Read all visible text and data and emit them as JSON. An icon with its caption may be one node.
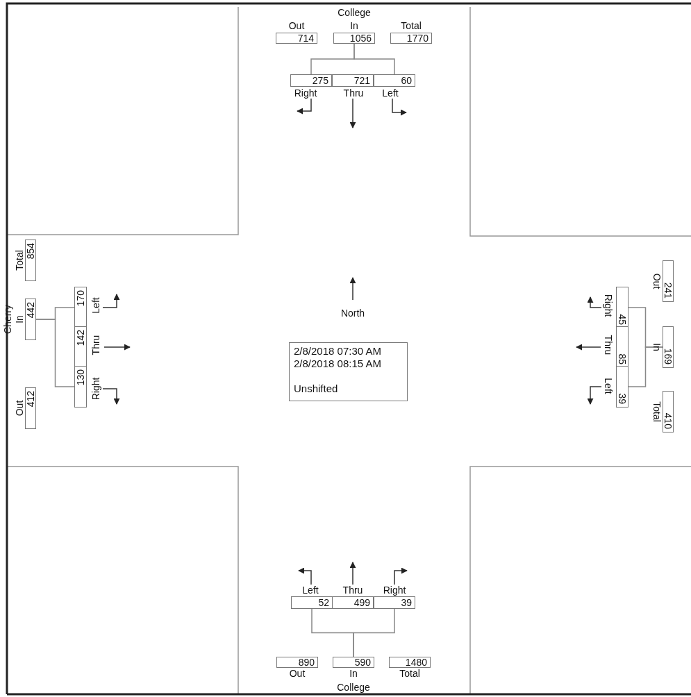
{
  "diagram": {
    "nodes": [
      {
        "text": [
          "714"
        ],
        "beside": [
          "Out"
        ]
      },
      {
        "text": [
          "1056"
        ],
        "beside": [
          "In"
        ]
      },
      {
        "text": [
          "1770"
        ],
        "beside": [
          "Total"
        ]
      },
      {
        "text": [
          "275"
        ],
        "beside": [
          "Right"
        ]
      },
      {
        "text": [
          "721"
        ],
        "beside": [
          "Thru"
        ]
      },
      {
        "text": [
          "60"
        ],
        "beside": [
          "Left"
        ]
      },
      {
        "text": [
          "854"
        ],
        "beside": [
          "Total"
        ]
      },
      {
        "text": [
          "442"
        ],
        "beside": [
          "In"
        ]
      },
      {
        "text": [
          "412"
        ],
        "beside": [
          "Out"
        ]
      },
      {
        "text": [
          "170"
        ],
        "beside": [
          "Left"
        ]
      },
      {
        "text": [
          "142"
        ],
        "beside": [
          "Thru"
        ]
      },
      {
        "text": [
          "130"
        ],
        "beside": [
          "Right"
        ]
      },
      {
        "text": [
          "2/8/2018 07:30 AM",
          "2/8/2018 08:15 AM",
          "Unshifted"
        ]
      },
      {
        "text": [
          "241"
        ],
        "beside": [
          "Out"
        ]
      },
      {
        "text": [
          "169"
        ],
        "beside": [
          "In"
        ]
      },
      {
        "text": [
          "410"
        ],
        "beside": [
          "Total"
        ]
      },
      {
        "text": [
          "45"
        ],
        "beside": [
          "Right"
        ]
      },
      {
        "text": [
          "85"
        ],
        "beside": [
          "Thru"
        ]
      },
      {
        "text": [
          "39"
        ],
        "beside": [
          "Left"
        ]
      },
      {
        "text": [
          "52"
        ],
        "beside": [
          "Left"
        ]
      },
      {
        "text": [
          "499"
        ],
        "beside": [
          "Thru"
        ]
      },
      {
        "text": [
          "39"
        ],
        "beside": [
          "Right"
        ]
      },
      {
        "text": [
          "890"
        ],
        "beside": [
          "Out"
        ]
      },
      {
        "text": [
          "590"
        ],
        "beside": [
          "In"
        ]
      },
      {
        "text": [
          "1480"
        ],
        "beside": [
          "Total"
        ]
      }
    ],
    "edges": [
      {
        "from": 1,
        "to": 3,
        "arrow": "none"
      },
      {
        "from": 1,
        "to": 5,
        "arrow": "none"
      },
      {
        "from": 7,
        "to": 9,
        "arrow": "none"
      },
      {
        "from": 7,
        "to": 11,
        "arrow": "none"
      },
      {
        "from": 14,
        "to": 16,
        "arrow": "none"
      },
      {
        "from": 14,
        "to": 18,
        "arrow": "none"
      },
      {
        "from": 23,
        "to": 19,
        "arrow": "none"
      },
      {
        "from": 23,
        "to": 21,
        "arrow": "none"
      }
    ],
    "labels": [
      "College",
      "North",
      "Cherry",
      "College"
    ]
  }
}
